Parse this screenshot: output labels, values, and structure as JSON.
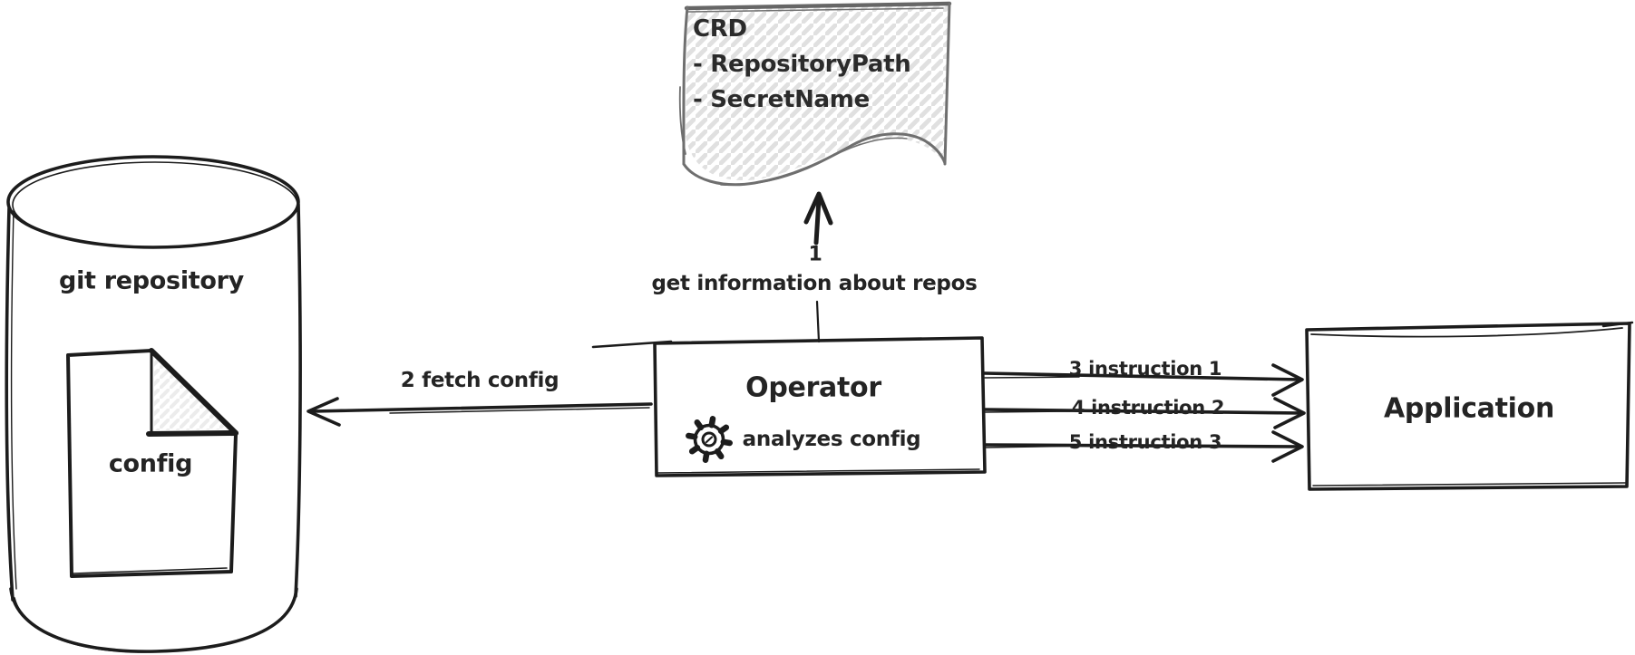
{
  "nodes": {
    "git_repository": {
      "label": "git repository",
      "shape": "cylinder"
    },
    "config_doc": {
      "label": "config",
      "shape": "document-folded-corner"
    },
    "crd_note": {
      "shape": "wavy-note",
      "lines": [
        "CRD",
        "- RepositoryPath",
        "- SecretName"
      ]
    },
    "operator": {
      "title": "Operator",
      "subtitle": "analyzes config",
      "icon": "gear-icon",
      "shape": "rectangle"
    },
    "application": {
      "label": "Application",
      "shape": "rectangle"
    }
  },
  "edges": {
    "get_info": {
      "step": "1",
      "label": "get information about repos",
      "from": "operator",
      "to": "crd_note",
      "direction": "up"
    },
    "fetch_config": {
      "label": "2 fetch config",
      "from": "operator",
      "to": "git_repository",
      "direction": "left"
    },
    "instruction_1": {
      "label": "3 instruction 1",
      "from": "operator",
      "to": "application",
      "direction": "right"
    },
    "instruction_2": {
      "label": "4 instruction 2",
      "from": "operator",
      "to": "application",
      "direction": "right"
    },
    "instruction_3": {
      "label": "5 instruction 3",
      "from": "operator",
      "to": "application",
      "direction": "right"
    }
  },
  "colors": {
    "stroke": "#1c1c1c",
    "note_stroke": "#6f6f6f",
    "note_hatch": "#e0e0e0",
    "fold_hatch": "#ececec",
    "background": "#ffffff",
    "text": "#242424"
  }
}
